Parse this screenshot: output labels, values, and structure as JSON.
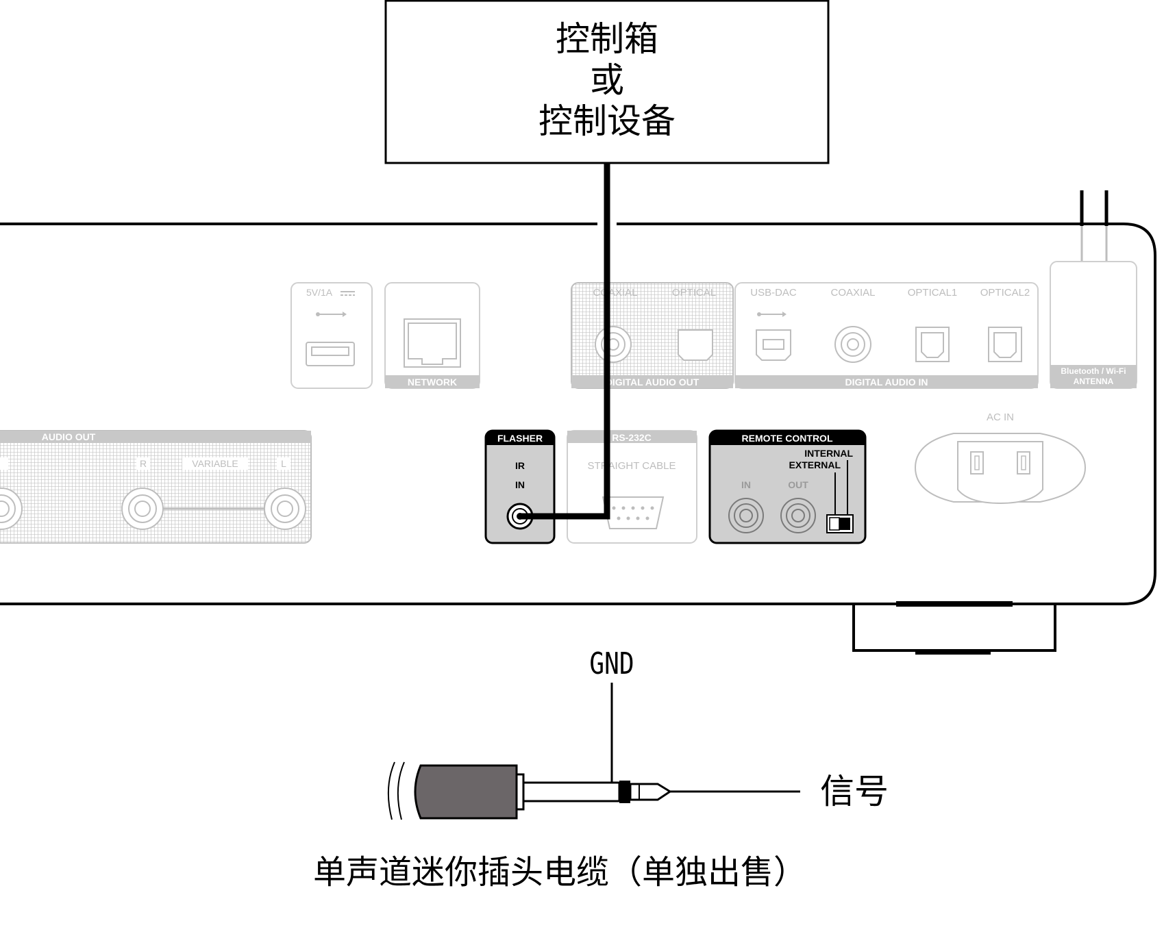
{
  "control_box": {
    "line1": "控制箱",
    "line2": "或",
    "line3": "控制设备"
  },
  "panel": {
    "usb_power": "5V/1A",
    "network": "NETWORK",
    "digital_out_coaxial": "COAXIAL",
    "digital_out_optical": "OPTICAL",
    "digital_audio_out": "DIGITAL AUDIO OUT",
    "usb_dac": "USB-DAC",
    "in_coaxial": "COAXIAL",
    "optical1": "OPTICAL1",
    "optical2": "OPTICAL2",
    "digital_audio_in": "DIGITAL AUDIO IN",
    "antenna_line1": "Bluetooth / Wi-Fi",
    "antenna_line2": "ANTENNA",
    "audio_out": "AUDIO OUT",
    "r": "R",
    "variable": "VARIABLE",
    "l": "L",
    "flasher": "FLASHER",
    "ir": "IR",
    "in": "IN",
    "rs232c": "RS-232C",
    "straight_cable": "STRAIGHT CABLE",
    "remote_control": "REMOTE CONTROL",
    "internal": "INTERNAL",
    "external": "EXTERNAL",
    "rc_in": "IN",
    "rc_out": "OUT",
    "ac_in": "AC IN"
  },
  "plug": {
    "gnd": "GND",
    "signal": "信号",
    "caption": "单声道迷你插头电缆（单独出售）"
  }
}
